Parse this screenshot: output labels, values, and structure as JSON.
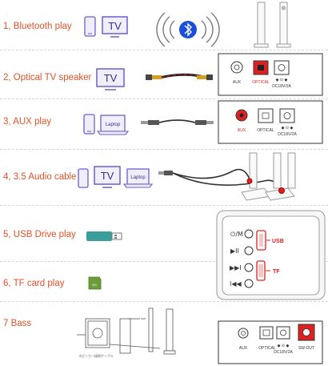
{
  "rows": [
    {
      "label": "1, Bluetooth play"
    },
    {
      "label": "2, Optical TV speaker"
    },
    {
      "label": "3, AUX play"
    },
    {
      "label": "4, 3.5 Audio cable"
    },
    {
      "label": "5, USB Drive play"
    },
    {
      "label": "6, TF card play"
    },
    {
      "label": "7 Bass"
    }
  ],
  "devices": {
    "tv": "TV",
    "laptop": "Laptop"
  },
  "panel": {
    "aux": "AUX",
    "optical": "OPTICAL",
    "dc": "DC18V/2A",
    "sw_out": "SW-OUT"
  },
  "usb_panel": {
    "usb": "USB",
    "tf": "TF",
    "mode_symbol": "⏻/M",
    "play_symbol": "▶II",
    "next_symbol": "▶▶I",
    "prev_symbol": "I◀◀"
  },
  "colors": {
    "label": "#e0522a",
    "device_blue": "#6b5fd3",
    "red": "#e02020",
    "usb_green": "#3a9f9a"
  }
}
